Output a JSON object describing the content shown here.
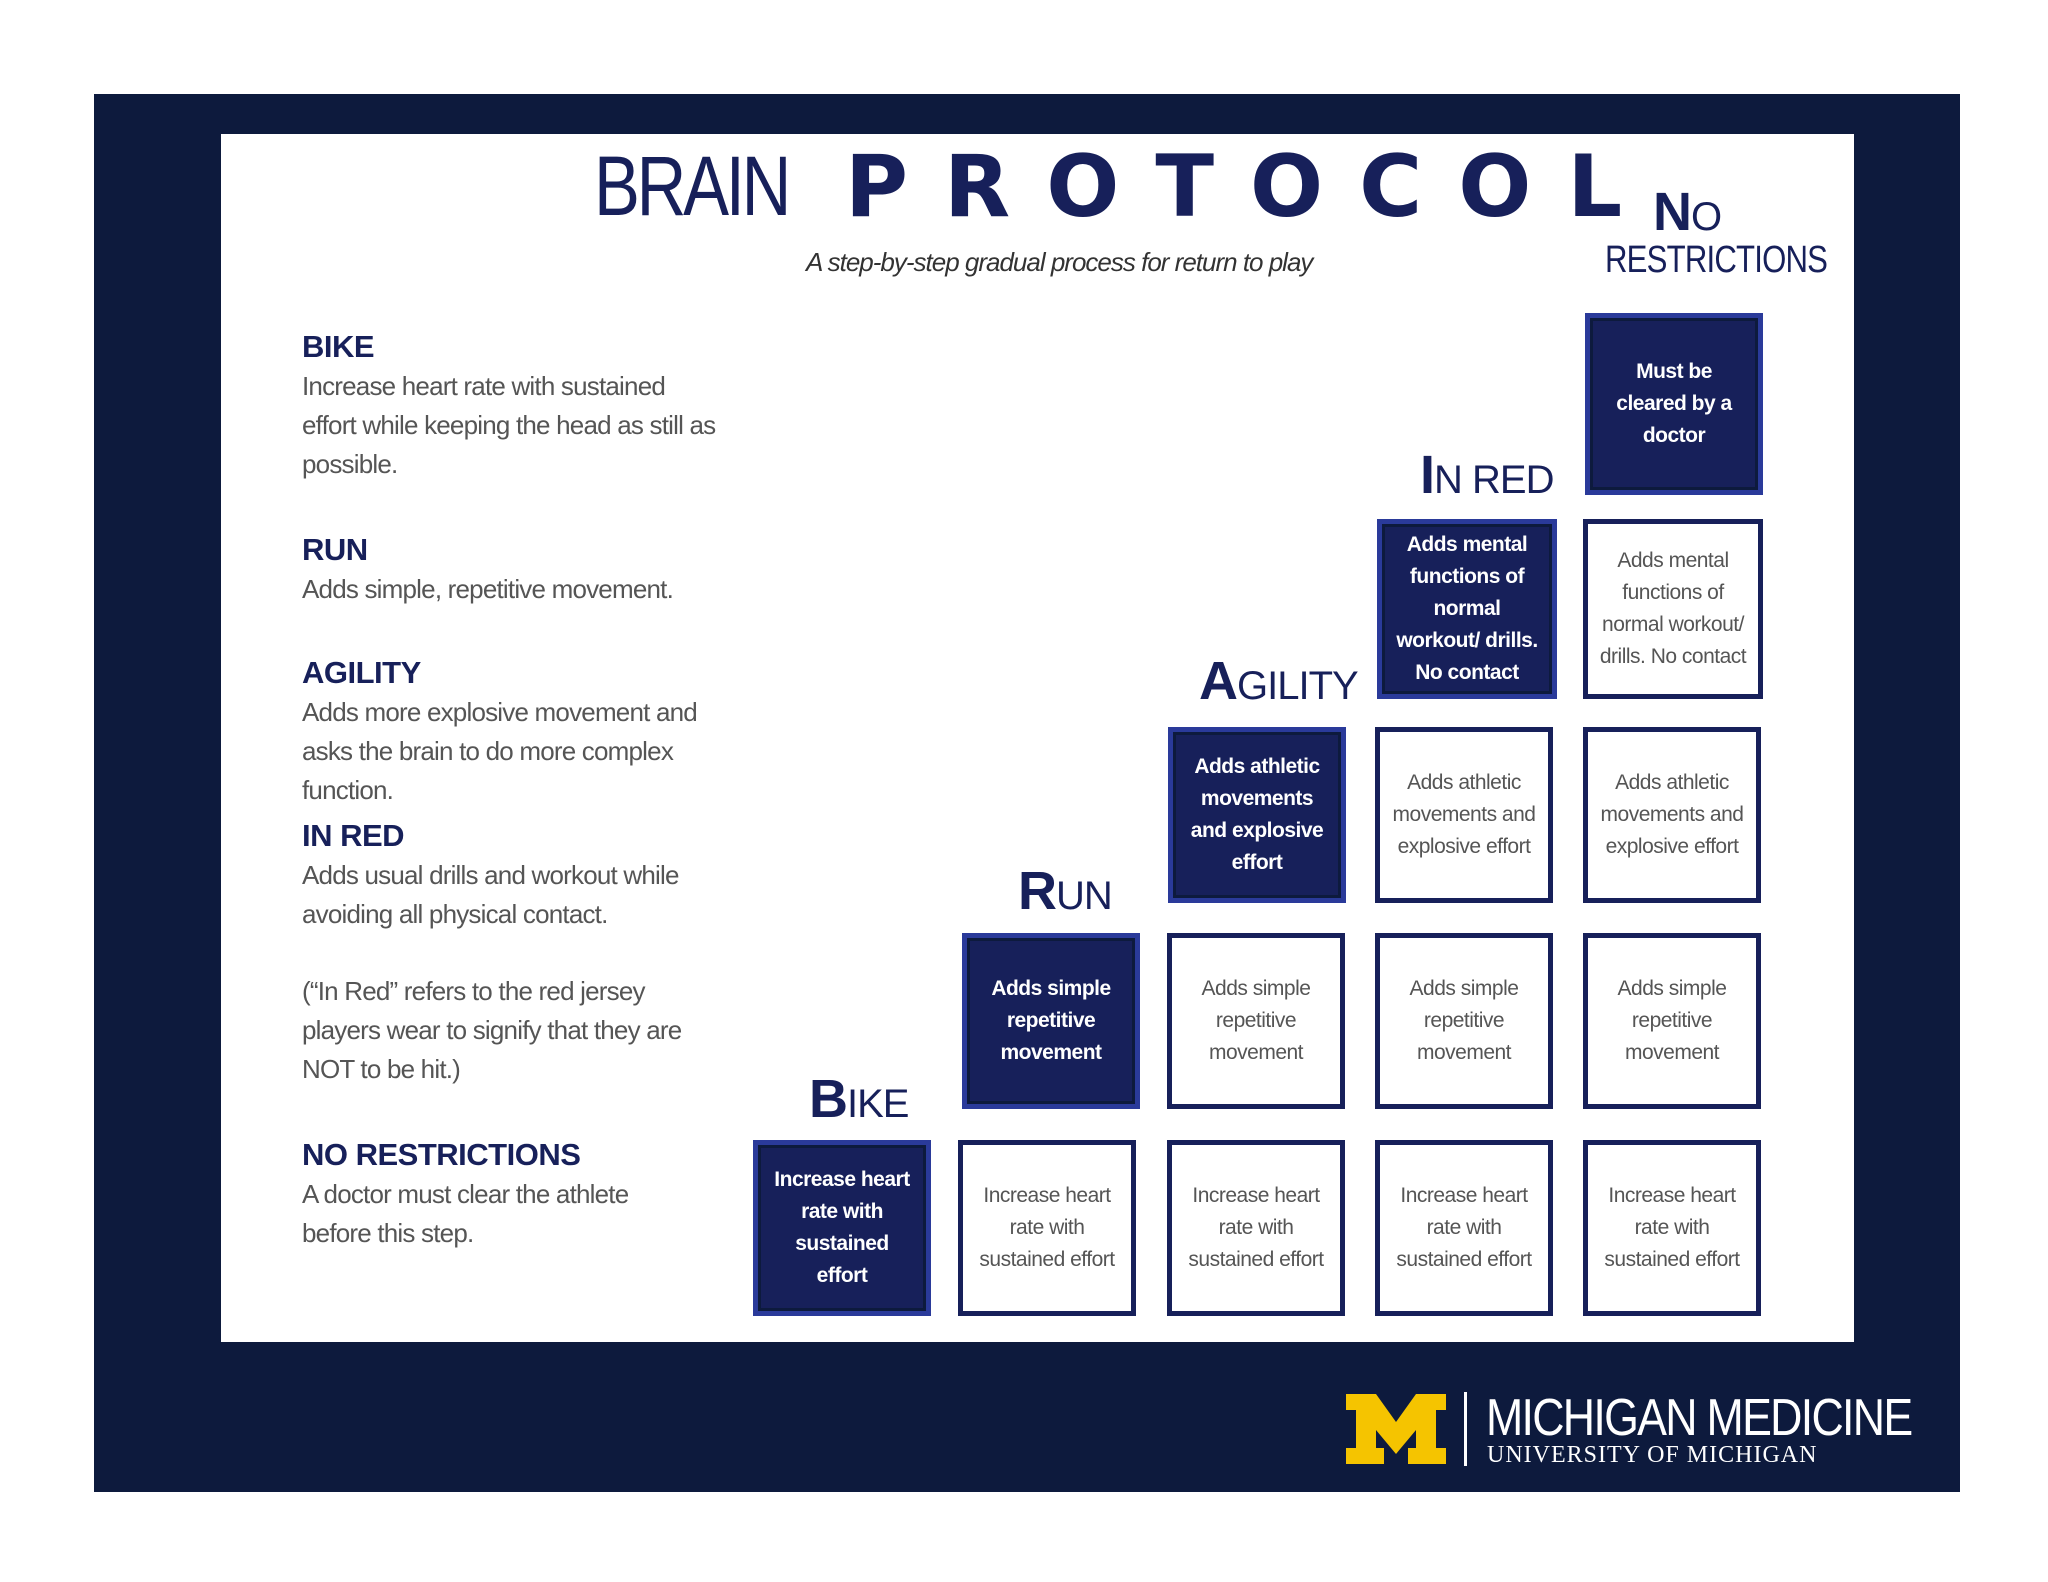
{
  "title": {
    "brain": "BRAIN",
    "protocol": "PROTOCOL"
  },
  "subtitle": "A step-by-step gradual process for return to play",
  "descriptions": [
    {
      "heading": "BIKE",
      "body": "Increase heart rate with sustained effort while keeping the head as still as possible."
    },
    {
      "heading": "RUN",
      "body": "Adds simple, repetitive movement."
    },
    {
      "heading": "AGILITY",
      "body": "Adds more explosive movement and asks the brain to do more complex function."
    },
    {
      "heading": "IN RED",
      "body": "Adds usual drills and workout while avoiding all physical contact."
    },
    {
      "heading": "",
      "body": "(“In Red” refers to the red jersey players wear to signify that they are NOT to be hit.)"
    },
    {
      "heading": "NO RESTRICTIONS",
      "body": "A doctor must clear the athlete before this step."
    }
  ],
  "stages": {
    "bike": {
      "first": "B",
      "rest": "IKE"
    },
    "run": {
      "first": "R",
      "rest": "UN"
    },
    "agility": {
      "first": "A",
      "rest": "GILITY"
    },
    "in_red": {
      "first": "I",
      "rest": "N RED"
    },
    "no_restrictions": {
      "first": "N",
      "rest": "O",
      "line2": "RESTRICTIONS"
    }
  },
  "cells": {
    "heart": "Increase heart rate with sustained effort",
    "simple": "Adds simple repetitive movement",
    "athletic": "Adds athletic movements and explosive effort",
    "mental": "Adds mental functions of normal workout/ drills. No contact",
    "cleared": "Must be cleared by a doctor"
  },
  "logo": {
    "name": "MICHIGAN MEDICINE",
    "university": "UNIVERSITY OF MICHIGAN"
  },
  "colors": {
    "navy": "#17205a",
    "frame": "#0d1a3d",
    "maize": "#f5c400"
  }
}
